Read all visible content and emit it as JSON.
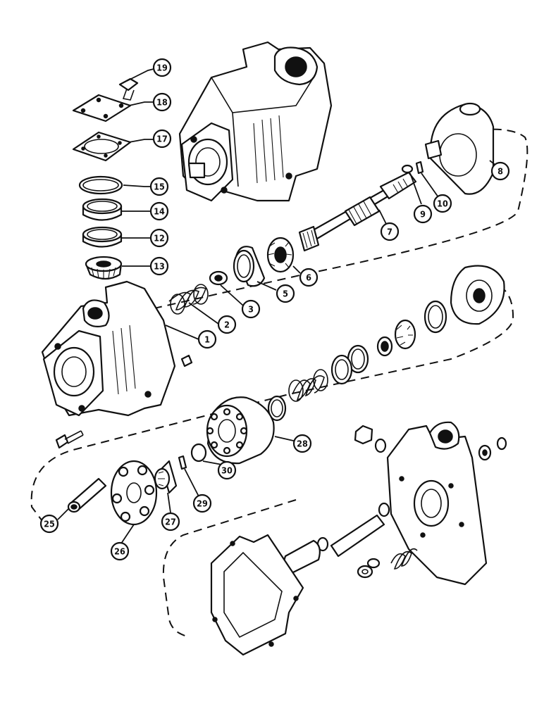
{
  "callouts": [
    {
      "id": "c1",
      "label": "1"
    },
    {
      "id": "c2",
      "label": "2"
    },
    {
      "id": "c3",
      "label": "3"
    },
    {
      "id": "c5",
      "label": "5"
    },
    {
      "id": "c6",
      "label": "6"
    },
    {
      "id": "c7",
      "label": "7"
    },
    {
      "id": "c8",
      "label": "8"
    },
    {
      "id": "c9",
      "label": "9"
    },
    {
      "id": "c10",
      "label": "10"
    },
    {
      "id": "c12",
      "label": "12"
    },
    {
      "id": "c13",
      "label": "13"
    },
    {
      "id": "c14",
      "label": "14"
    },
    {
      "id": "c15",
      "label": "15"
    },
    {
      "id": "c17",
      "label": "17"
    },
    {
      "id": "c18",
      "label": "18"
    },
    {
      "id": "c19",
      "label": "19"
    },
    {
      "id": "c25",
      "label": "25"
    },
    {
      "id": "c26",
      "label": "26"
    },
    {
      "id": "c27",
      "label": "27"
    },
    {
      "id": "c28",
      "label": "28"
    },
    {
      "id": "c29",
      "label": "29"
    },
    {
      "id": "c30",
      "label": "30"
    }
  ]
}
